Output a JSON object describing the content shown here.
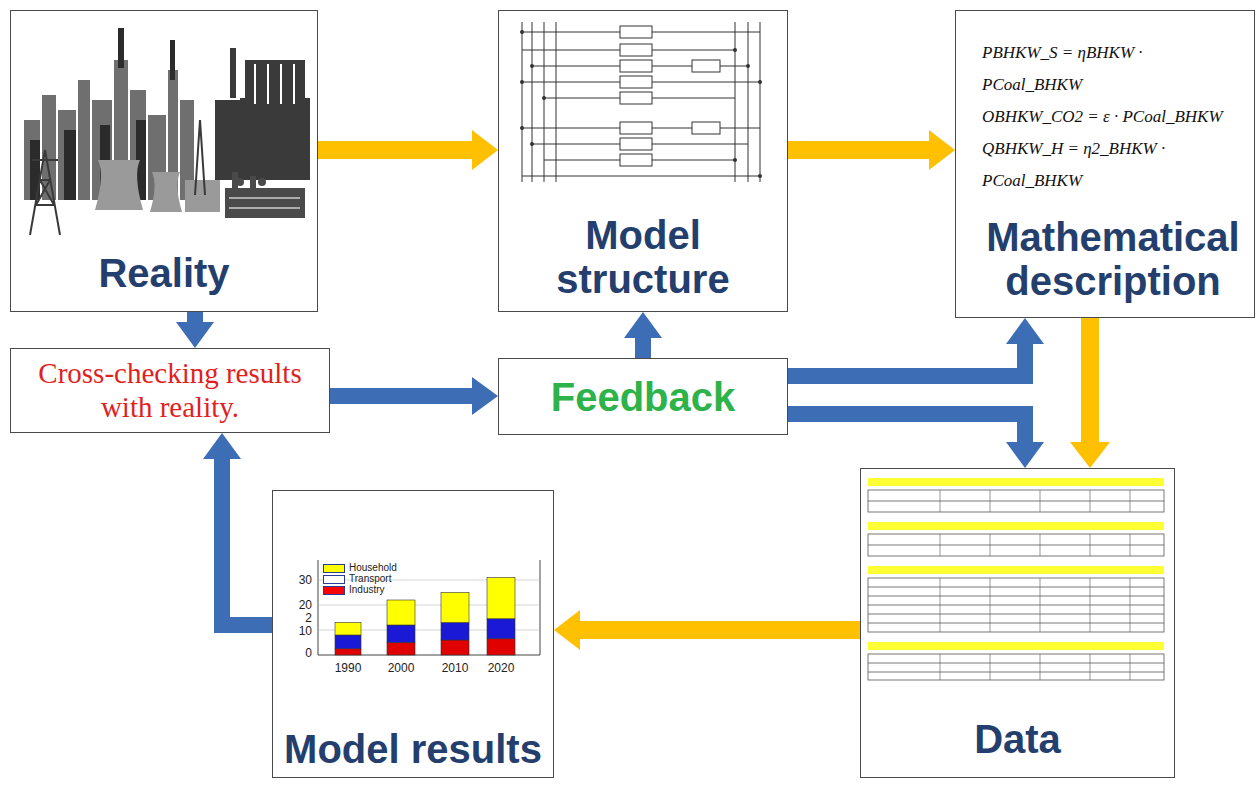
{
  "diagram": {
    "nodes": [
      {
        "text": [
          "Reality"
        ]
      },
      {
        "text": [
          "Model structure"
        ]
      },
      {
        "text": [
          "PBHKW_S = ηBHKW · PCoal_BHKW",
          "OBHKW_CO2 = ε · PCoal_BHKW",
          "QBHKW_H = η2_BHKW · PCoal_BHKW",
          "Mathematical description"
        ]
      },
      {
        "text": [
          "Cross-checking results with reality."
        ]
      },
      {
        "text": [
          "Feedback"
        ]
      },
      {
        "text": [
          "Model results"
        ]
      },
      {
        "text": [
          "Data"
        ]
      }
    ],
    "edges": [
      {
        "from": 0,
        "to": 1,
        "arrow": "to"
      },
      {
        "from": 1,
        "to": 2,
        "arrow": "to"
      },
      {
        "from": 2,
        "to": 6,
        "arrow": "to"
      },
      {
        "from": 6,
        "to": 5,
        "arrow": "to"
      },
      {
        "from": 5,
        "to": 3,
        "arrow": "to"
      },
      {
        "from": 0,
        "to": 3,
        "arrow": "to"
      },
      {
        "from": 3,
        "to": 4,
        "arrow": "to"
      },
      {
        "from": 4,
        "to": 1,
        "arrow": "to"
      },
      {
        "from": 4,
        "to": 2,
        "arrow": "to"
      },
      {
        "from": 4,
        "to": 6,
        "arrow": "to"
      }
    ],
    "labels": [
      "30",
      "20",
      "2",
      "10",
      "0",
      "1990",
      "2000",
      "2010",
      "2020"
    ],
    "legend": [
      {
        "text": "Household",
        "color": "#ffff00"
      },
      {
        "text": "Transport",
        "color": "#ffffff"
      },
      {
        "text": "Industry",
        "color": "#ff0000"
      }
    ]
  }
}
